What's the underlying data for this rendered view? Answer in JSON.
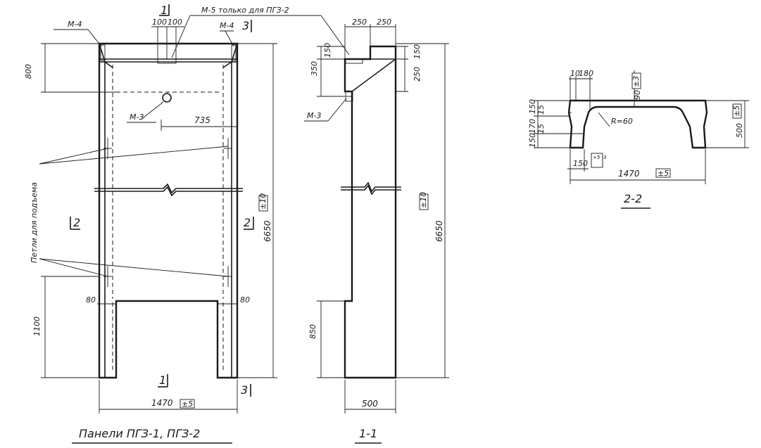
{
  "labels": {
    "m4": "М-4",
    "m5_note": "М-5 только для ПГЗ-2",
    "m3": "М-3",
    "loops": "Петли для подъема",
    "caption_main": "Панели ПГЗ-1, ПГЗ-2",
    "caption_11": "1-1",
    "caption_22": "2-2",
    "cut1": "1",
    "cut2": "2",
    "cut3": "3"
  },
  "dims": {
    "d100a": "100",
    "d100b": "100",
    "d800": "800",
    "d735": "735",
    "d6650": "6650",
    "d1100": "1100",
    "d80": "80",
    "d1470": "1470",
    "tol5": "±5",
    "tol10": "±10",
    "d250a": "250",
    "d250b": "250",
    "d150": "150",
    "d350": "350",
    "d850": "850",
    "d500": "500",
    "d10": "10",
    "d180": "180",
    "d90": "90",
    "tol3": "±3",
    "d15": "15",
    "d170": "170",
    "r60": "R=60",
    "tol5m3": "+5 -3"
  }
}
